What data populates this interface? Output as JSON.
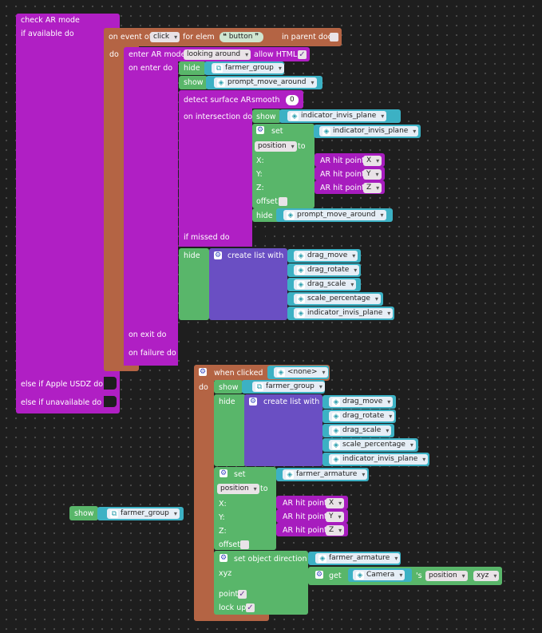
{
  "blocks": {
    "check_ar": {
      "title": "check AR mode",
      "if_available": "if available do",
      "else_usdz": "else if Apple USDZ do",
      "else_unavailable": "else if unavailable do"
    },
    "event": {
      "on_event_of": "on event of",
      "event_value": "click",
      "for_elem": "for elem",
      "elem_value": "button",
      "in_parent_doc": "in parent doc",
      "do": "do"
    },
    "enter_ar": {
      "label": "enter AR mode",
      "mode_value": "looking around",
      "allow_html": "allow HTML",
      "allow_html_check": "✓",
      "on_enter": "on enter do",
      "on_exit": "on exit do",
      "on_failure": "on failure do"
    },
    "hide1": {
      "label": "hide",
      "obj": "farmer_group"
    },
    "show1": {
      "label": "show",
      "obj": "prompt_move_around"
    },
    "detect": {
      "label": "detect surface AR",
      "smooth": "smooth",
      "smooth_value": "0",
      "on_intersection": "on intersection do",
      "if_missed": "if missed do"
    },
    "show2": {
      "label": "show",
      "obj": "indicator_invis_plane"
    },
    "set1": {
      "label": "set",
      "obj": "indicator_invis_plane",
      "prop": "position",
      "to": "to",
      "x": "X:",
      "y": "Y:",
      "z": "Z:",
      "offset": "offset",
      "hit_label": "AR hit point",
      "hit_x": "X",
      "hit_y": "Y",
      "hit_z": "Z"
    },
    "hide2": {
      "label": "hide",
      "obj": "prompt_move_around"
    },
    "hide3": {
      "label": "hide",
      "create_list": "create list with",
      "items": [
        "drag_move",
        "drag_rotate",
        "drag_scale",
        "scale_percentage",
        "indicator_invis_plane"
      ]
    },
    "when_clicked": {
      "label": "when clicked",
      "value": "<none>",
      "do": "do"
    },
    "show3": {
      "label": "show",
      "obj": "farmer_group"
    },
    "hide4": {
      "label": "hide",
      "create_list": "create list with",
      "items": [
        "drag_move",
        "drag_rotate",
        "drag_scale",
        "scale_percentage",
        "indicator_invis_plane"
      ]
    },
    "set2": {
      "label": "set",
      "obj": "farmer_armature",
      "prop": "position",
      "to": "to",
      "x": "X:",
      "y": "Y:",
      "z": "Z:",
      "offset": "offset",
      "hit_label": "AR hit point",
      "hit_x": "X",
      "hit_y": "Y",
      "hit_z": "Z"
    },
    "set_dir": {
      "label": "set object direction",
      "obj": "farmer_armature",
      "xyz": "xyz",
      "get": "get",
      "camera": "Camera",
      "s_prop": "'s",
      "prop_value": "position",
      "axis_value": "xyz",
      "point": "point",
      "point_check": "✓",
      "lock_up": "lock up",
      "lock_up_check": "✓"
    },
    "show_float": {
      "label": "show",
      "obj": "farmer_group"
    }
  },
  "colors": {
    "purple": "#b01fc4",
    "brown": "#b46444",
    "green": "#59b66a",
    "teal": "#3cb1c4",
    "violet": "#6a4fc3",
    "magenta": "#a71cbe"
  }
}
